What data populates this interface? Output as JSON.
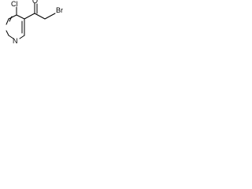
{
  "molecule": {
    "atoms": {
      "ring_nitrogen": "N",
      "chlorine": "Cl",
      "carbonyl_oxygen": "O",
      "bromine": "Br"
    }
  },
  "colors": {
    "bond": "#000000",
    "text": "#000000",
    "background": "#ffffff"
  }
}
